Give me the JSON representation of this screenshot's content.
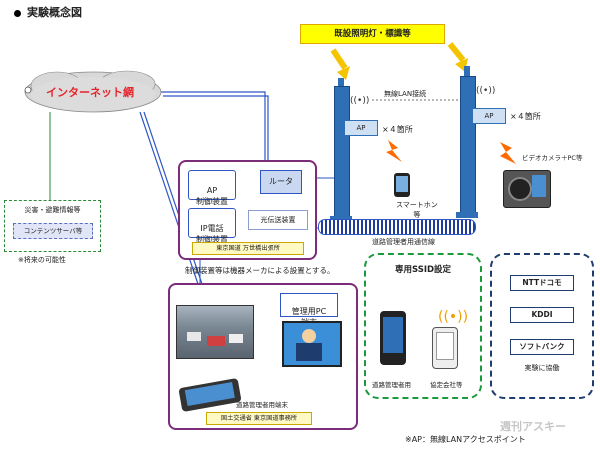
{
  "title": "実験概念図",
  "existing_lights_label": "既設照明灯・標識等",
  "internet": {
    "label": "インターネット網"
  },
  "disaster_info": {
    "label": "災害・避難情報等",
    "server": "コンテンツサーバ等",
    "note": "※将来の可能性"
  },
  "wireless_lan_link": "無線LAN接続",
  "ap": {
    "label": "AP",
    "count_left": "×４箇所",
    "count_right": "×４箇所"
  },
  "video_camera": "ビデオカメラ＋PC等",
  "smartphone": "スマートホン\n等",
  "road_comm_line": "道路管理者用通信線",
  "office_box": {
    "ap_control": "AP\n制御装置",
    "router": "ルータ",
    "ip_phone_control": "IP電話\n制御装置",
    "optical_transmitter": "光伝送装置",
    "caption": "東京国道 万世橋出張所"
  },
  "control_note": "制御装置等は機器メーカによる設置とする。",
  "ministry_box": {
    "pc_terminal": "管理用PC\n端末",
    "terminal_caption": "道路管理者用端末",
    "caption": "国土交通省 東京国道事務所"
  },
  "ssid_box": {
    "title": "専用SSID設定",
    "road_admin": "道路管理者用",
    "partner": "協定会社等"
  },
  "carriers": {
    "items": [
      "NTTドコモ",
      "KDDI",
      "ソフトバンク"
    ],
    "caption": "実験に協働"
  },
  "footnote": "※AP：無線LANアクセスポイント",
  "watermark": "週刊アスキー",
  "colors": {
    "purple_border": "#7b2c7b",
    "blue_pole": "#2e6fb5",
    "green_border": "#1a9a3a",
    "navy_border": "#1f3c6e",
    "yellow_label": "#ffff00",
    "red_text": "#e8242b"
  }
}
